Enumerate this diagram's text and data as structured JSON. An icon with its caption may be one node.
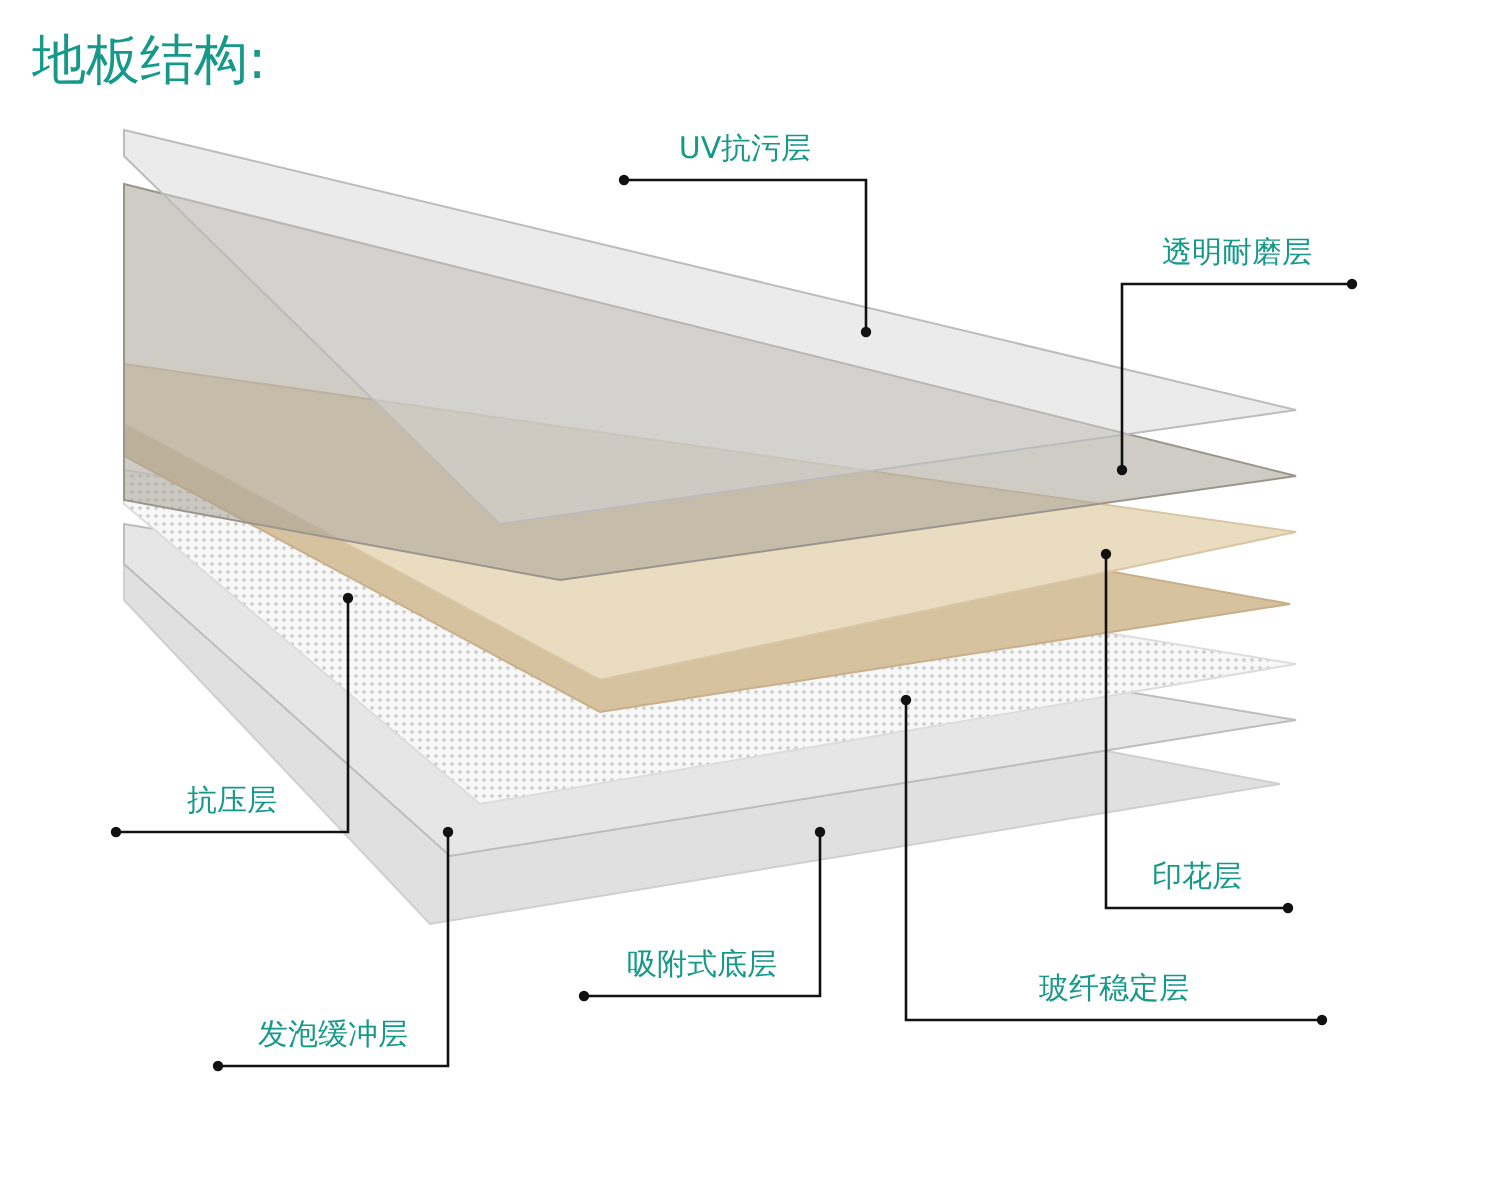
{
  "diagram": {
    "title": "地板结构:",
    "nodes": [
      {
        "text": [
          "UV抗污层"
        ]
      },
      {
        "text": [
          "透明耐磨层"
        ]
      },
      {
        "text": [
          "抗压层"
        ]
      },
      {
        "text": [
          "印花层"
        ]
      },
      {
        "text": [
          "吸附式底层"
        ]
      },
      {
        "text": [
          "玻纤稳定层"
        ]
      },
      {
        "text": [
          "发泡缓冲层"
        ]
      }
    ],
    "edges": [
      {
        "from": 0,
        "to": null,
        "arrow": "other"
      },
      {
        "from": 1,
        "to": null,
        "arrow": "other"
      },
      {
        "from": 2,
        "to": null,
        "arrow": "other"
      },
      {
        "from": 3,
        "to": null,
        "arrow": "other"
      },
      {
        "from": 4,
        "to": null,
        "arrow": "other"
      },
      {
        "from": 5,
        "to": null,
        "arrow": "other"
      },
      {
        "from": 6,
        "to": null,
        "arrow": "other"
      }
    ]
  }
}
